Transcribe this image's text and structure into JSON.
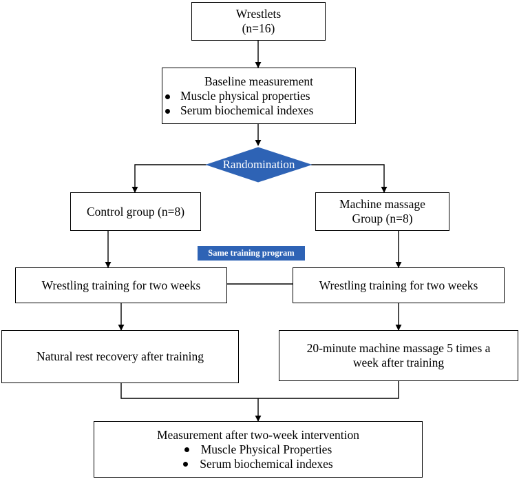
{
  "boxes": {
    "wrestlers": {
      "line1": "Wrestlets",
      "line2": "(n=16)"
    },
    "baseline": {
      "title": "Baseline measurement",
      "items": [
        "Muscle physical properties",
        "Serum biochemical indexes"
      ]
    },
    "randomization": "Randomination",
    "control_group": "Control group (n=8)",
    "massage_group": {
      "line1": "Machine massage",
      "line2": "Group (n=8)"
    },
    "same_training": "Same training program",
    "training_left": "Wrestling training for two weeks",
    "training_right": "Wrestling training for two weeks",
    "natural_rest": "Natural rest recovery after  training",
    "machine_massage": {
      "line1": "20-minute machine massage 5 times a",
      "line2": "week after training"
    },
    "final": {
      "title": "Measurement after  two-week intervention",
      "items": [
        "Muscle Physical Properties",
        "Serum biochemical indexes"
      ]
    }
  },
  "colors": {
    "diamond_fill": "#2e63b5",
    "badge_fill": "#2e63b5",
    "line": "#000000"
  }
}
